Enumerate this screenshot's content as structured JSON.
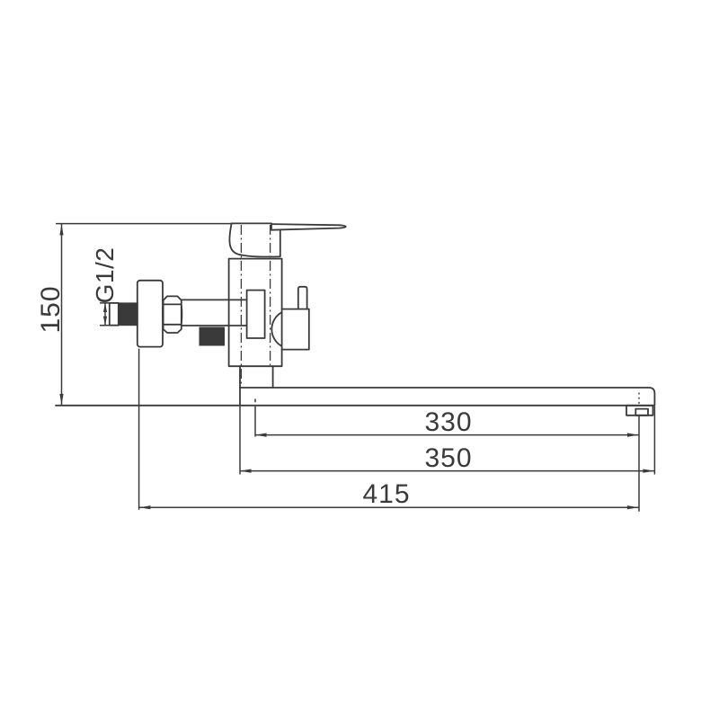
{
  "drawing": {
    "type": "technical-dimension-diagram",
    "subject": "Wall-mounted single-lever mixer faucet with long swivel spout, side view",
    "background_color": "#ffffff",
    "line_color": "#3a3a3a",
    "labels": {
      "mount_to_spout_height": "150",
      "thread_size": "G1/2",
      "reach_to_aerator": "330",
      "spout_length": "350",
      "overall_reach": "415"
    }
  }
}
